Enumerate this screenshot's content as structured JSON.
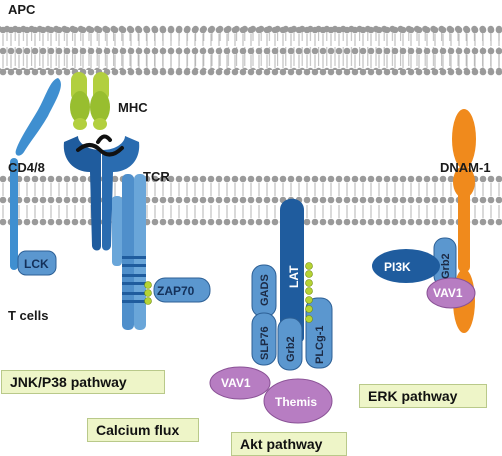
{
  "labels": {
    "apc": "APC",
    "mhc": "MHC",
    "cd48": "CD4/8",
    "tcr": "TCR",
    "lck": "LCK",
    "t_cells": "T cells",
    "zap70": "ZAP70",
    "gads": "GADS",
    "lat": "LAT",
    "slp76": "SLP76",
    "grb2_lat": "Grb2",
    "plcg1": "PLCg-1",
    "vav1_lat": "VAV1",
    "themis": "Themis",
    "dnam1": "DNAM-1",
    "pi3k": "PI3K",
    "grb2_dnam": "Grb2",
    "vav1_dnam": "VAV1"
  },
  "pathways": {
    "jnk": "JNK/P38 pathway",
    "calcium": "Calcium flux",
    "akt": "Akt pathway",
    "erk": "ERK pathway"
  },
  "colors": {
    "membrane_head": "#9a9a9a",
    "tcr_blue": "#2f6fb3",
    "light_blue": "#6aa6d9",
    "dark_blue": "#1f5c9e",
    "mhc_green": "#9cc13a",
    "phospho": "#b6d334",
    "purple": "#b77dc2",
    "orange": "#f08a1c",
    "pathway_box": "#eef5c8"
  }
}
